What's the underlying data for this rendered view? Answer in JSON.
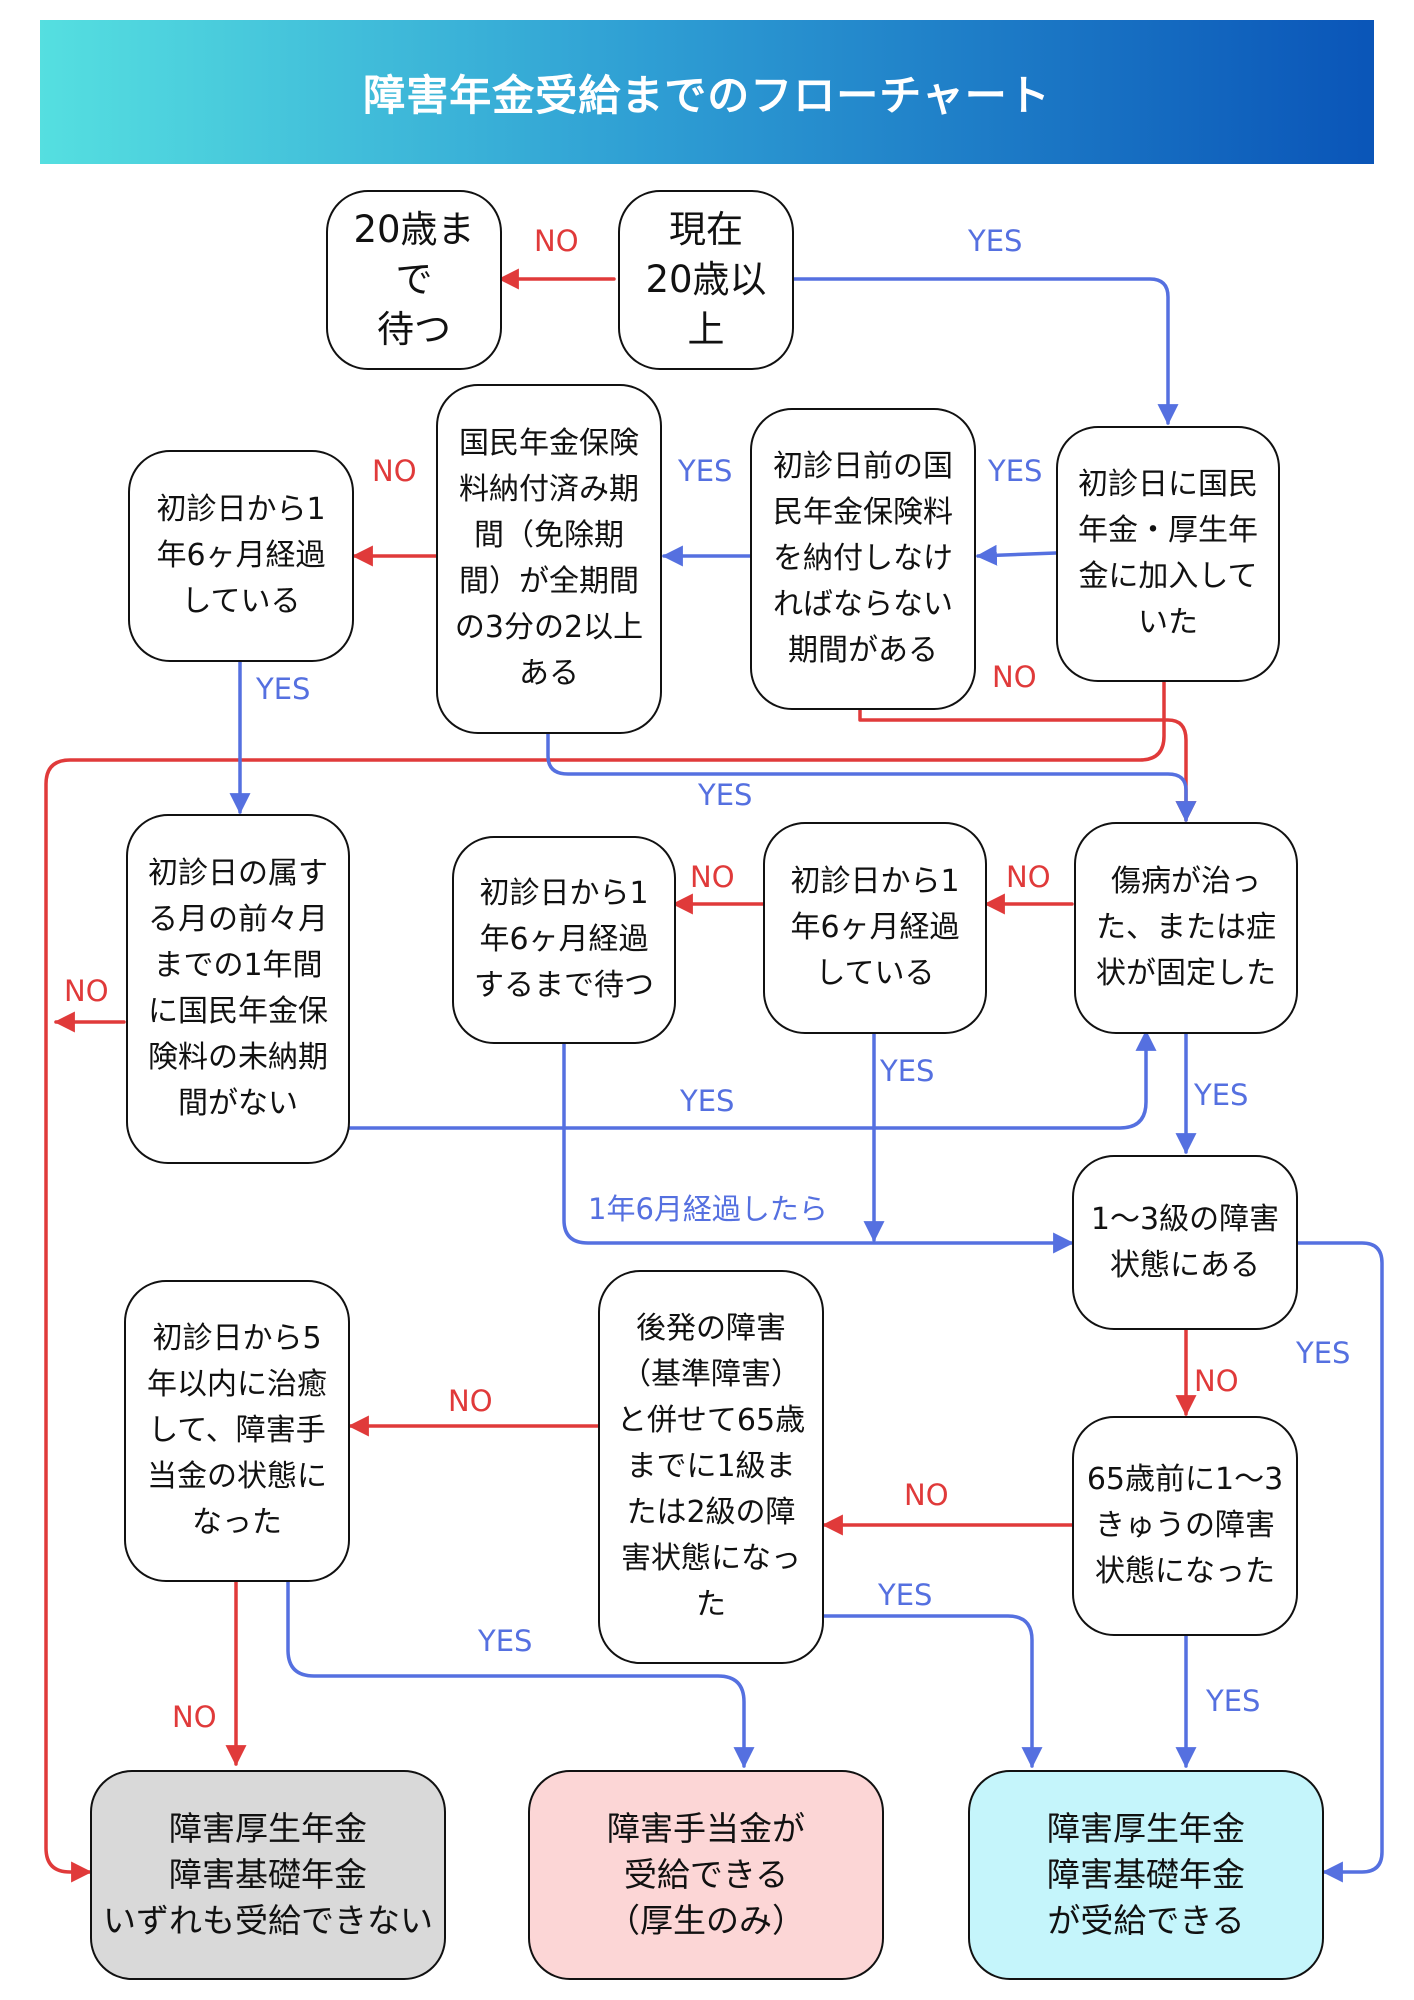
{
  "title": "障害年金受給までのフローチャート",
  "colors": {
    "yes": "#5570e0",
    "no": "#e03a3a",
    "result_none": "#d9d9d9",
    "result_teate": "#fcd6d6",
    "result_full": "#c5f5fb"
  },
  "nodes": {
    "current20": "現在\n20歳以上",
    "wait20": "20歳まで\n待つ",
    "enrolled": "初診日に国民\n年金・厚生年\n金に加入して\nいた",
    "payperiod": "初診日前の国\n民年金保険料\nを納付しなけ\nればならない\n期間がある",
    "paid23": "国民年金保険\n料納付済み期\n間（免除期\n間）が全期間\nの3分の2以上\nある",
    "elapsed_a": "初診日から1\n年6ヶ月経過\nしている",
    "unpaid": "初診日の属す\nる月の前々月\nまでの1年間\nに国民年金保\n険料の未納期\n間がない",
    "cured": "傷病が治っ\nた、または症\n状が固定した",
    "elapsed_b": "初診日から1\n年6ヶ月経過\nしている",
    "waituntil": "初診日から1\n年6ヶ月経過\nするまで待つ",
    "grade13": "1〜3級の障害\n状態にある",
    "before65": "65歳前に1〜3\nきゅうの障害\n状態になった",
    "later": "後発の障害\n（基準障害）\nと併せて65歳\nまでに1級ま\nたは2級の障\n害状態になっ\nた",
    "within5": "初診日から5\n年以内に治癒\nして、障害手\n当金の状態に\nなった"
  },
  "results": {
    "none": "障害厚生年金\n障害基礎年金\nいずれも受給できない",
    "teate": "障害手当金が\n受給できる\n（厚生のみ）",
    "full": "障害厚生年金\n障害基礎年金\nが受給できる"
  },
  "labels": {
    "yes": "YES",
    "no": "NO",
    "after": "1年6月経過したら"
  }
}
